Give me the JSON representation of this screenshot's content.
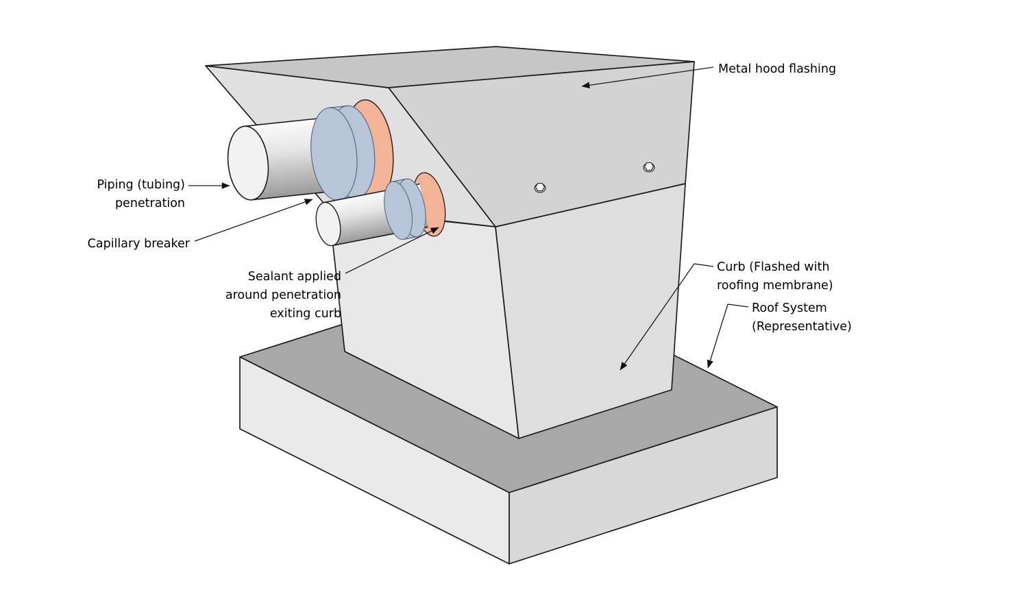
{
  "figure": {
    "labels": {
      "metal_hood_flashing": {
        "text": "Metal hood flashing"
      },
      "piping_penetration": {
        "line1": "Piping (tubing)",
        "line2": "penetration"
      },
      "capillary_breaker": {
        "text": "Capillary breaker"
      },
      "sealant_note": {
        "line1": "Sealant applied",
        "line2": "around penetration",
        "line3": "exiting curb"
      },
      "curb_note": {
        "line1": "Curb (Flashed with",
        "line2": "roofing membrane)"
      },
      "roof_system_note": {
        "line1": "Roof System",
        "line2": "(Representative)"
      }
    },
    "colors": {
      "background": "#ffffff",
      "outline": "#1c1c1c",
      "sealant": "#f2b397",
      "capillary_breaker": "#b6c5d8",
      "capillary_edge": "#5a6a80",
      "hood_top": "#c6c6c6",
      "hood_skirt": "#d3d3d3",
      "hood_side": "#e0e0e0",
      "curb_left": "#e8e8e8",
      "curb_right": "#dedede",
      "roof_top": "#a8a8a8",
      "roof_left": "#eaeaea",
      "roof_right": "#d8d8d8",
      "pipe_light": "#fbfbfb",
      "pipe_mid": "#e6e6e6",
      "pipe_dark": "#9a9a9a",
      "pipe_face": "#f2f2f2",
      "bolt_fill": "#f0f0f0",
      "bolt_washer": "#c9c9c9"
    }
  }
}
